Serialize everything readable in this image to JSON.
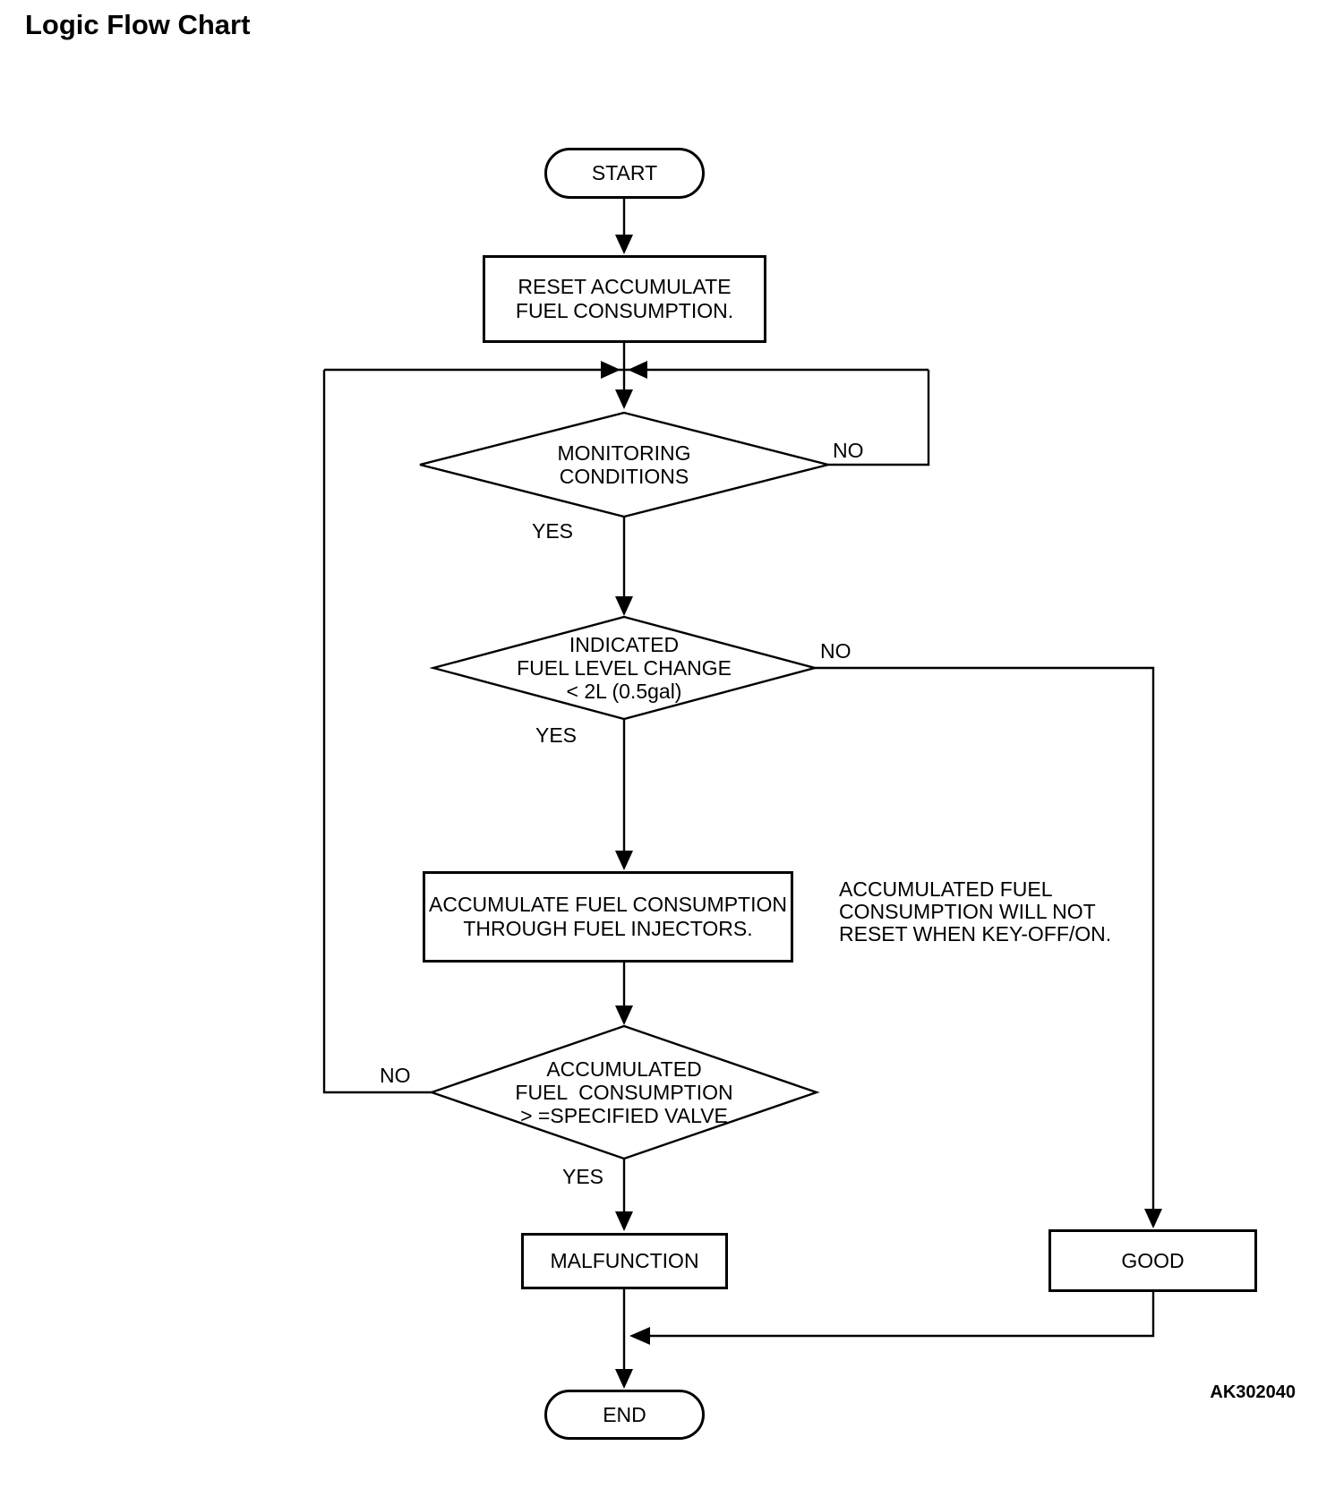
{
  "title": "Logic Flow Chart",
  "figure_code": "AK302040",
  "colors": {
    "line": "#000000",
    "background": "#ffffff",
    "text": "#000000"
  },
  "nodes": {
    "start": {
      "type": "terminator",
      "label": "START"
    },
    "reset": {
      "type": "process",
      "lines": [
        "RESET ACCUMULATE",
        "FUEL CONSUMPTION."
      ]
    },
    "monitoring": {
      "type": "decision",
      "lines": [
        "MONITORING",
        "CONDITIONS"
      ]
    },
    "fuel_level": {
      "type": "decision",
      "lines": [
        "INDICATED",
        "FUEL LEVEL CHANGE",
        "< 2L (0.5gal)"
      ]
    },
    "accumulate": {
      "type": "process",
      "lines": [
        "ACCUMULATE FUEL CONSUMPTION",
        "THROUGH FUEL INJECTORS."
      ]
    },
    "note": {
      "type": "annotation",
      "lines": [
        "ACCUMULATED FUEL",
        "CONSUMPTION WILL NOT",
        "RESET WHEN KEY-OFF/ON."
      ]
    },
    "threshold": {
      "type": "decision",
      "lines": [
        "ACCUMULATED",
        "FUEL  CONSUMPTION",
        "> =SPECIFIED VALVE"
      ]
    },
    "malfunction": {
      "type": "process",
      "label": "MALFUNCTION"
    },
    "good": {
      "type": "process",
      "label": "GOOD"
    },
    "end": {
      "type": "terminator",
      "label": "END"
    }
  },
  "edge_labels": {
    "monitoring_no": "NO",
    "monitoring_yes": "YES",
    "fuel_level_no": "NO",
    "fuel_level_yes": "YES",
    "threshold_no": "NO",
    "threshold_yes": "YES"
  },
  "edges": [
    {
      "from": "START",
      "to": "RESET ACCUMULATE FUEL CONSUMPTION."
    },
    {
      "from": "RESET ACCUMULATE FUEL CONSUMPTION.",
      "to": "MONITORING CONDITIONS"
    },
    {
      "from": "MONITORING CONDITIONS",
      "label": "NO",
      "to": "MONITORING CONDITIONS"
    },
    {
      "from": "MONITORING CONDITIONS",
      "label": "YES",
      "to": "INDICATED FUEL LEVEL CHANGE < 2L (0.5gal)"
    },
    {
      "from": "INDICATED FUEL LEVEL CHANGE < 2L (0.5gal)",
      "label": "NO",
      "to": "GOOD"
    },
    {
      "from": "INDICATED FUEL LEVEL CHANGE < 2L (0.5gal)",
      "label": "YES",
      "to": "ACCUMULATE FUEL CONSUMPTION THROUGH FUEL INJECTORS."
    },
    {
      "from": "ACCUMULATE FUEL CONSUMPTION THROUGH FUEL INJECTORS.",
      "to": "ACCUMULATED FUEL CONSUMPTION > =SPECIFIED VALVE"
    },
    {
      "from": "ACCUMULATED FUEL CONSUMPTION > =SPECIFIED VALVE",
      "label": "NO",
      "to": "MONITORING CONDITIONS"
    },
    {
      "from": "ACCUMULATED FUEL CONSUMPTION > =SPECIFIED VALVE",
      "label": "YES",
      "to": "MALFUNCTION"
    },
    {
      "from": "MALFUNCTION",
      "to": "END"
    },
    {
      "from": "GOOD",
      "to": "END"
    }
  ]
}
